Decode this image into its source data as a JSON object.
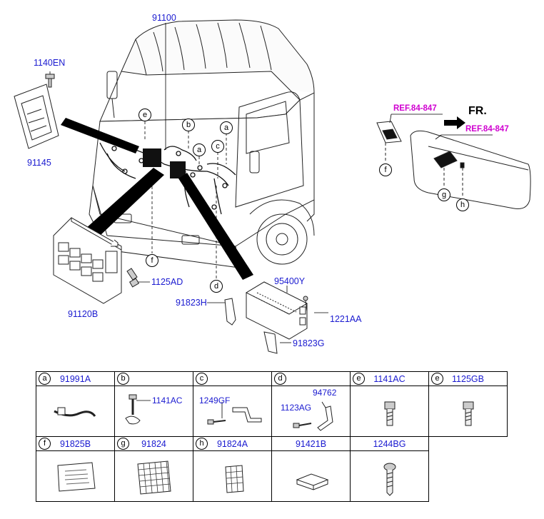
{
  "main_diagram": {
    "part_labels": {
      "p91100": "91100",
      "p1140EN": "1140EN",
      "p91145": "91145",
      "p1125AD": "1125AD",
      "p91120B": "91120B",
      "p95400Y": "95400Y",
      "p91823H": "91823H",
      "p1221AA": "1221AA",
      "p91823G": "91823G"
    },
    "callouts": {
      "e": "e",
      "b": "b",
      "a": "a",
      "c": "c",
      "f": "f",
      "d": "d"
    }
  },
  "inset": {
    "ref_labels": [
      "REF.84-847",
      "REF.84-847"
    ],
    "fr_label": "FR.",
    "callouts": {
      "f": "f",
      "g": "g",
      "h": "h"
    }
  },
  "parts_table": {
    "rows": [
      [
        {
          "callout": "a",
          "part": "91991A"
        },
        {
          "callout": "b",
          "part": ""
        },
        {
          "callout": "c",
          "part": ""
        },
        {
          "callout": "d",
          "part": ""
        },
        {
          "callout": "e",
          "part": "1141AC"
        },
        {
          "callout": "e",
          "part": "1125GB"
        }
      ],
      [
        {
          "callout": "f",
          "part": "91825B"
        },
        {
          "callout": "g",
          "part": "91824"
        },
        {
          "callout": "h",
          "part": "91824A"
        },
        {
          "callout": "",
          "part": "91421B"
        },
        {
          "callout": "",
          "part": "1244BG"
        }
      ]
    ],
    "cell_labels": {
      "b_1141AC": "1141AC",
      "c_1249GF": "1249GF",
      "d_94762": "94762",
      "d_1123AG": "1123AG"
    }
  }
}
